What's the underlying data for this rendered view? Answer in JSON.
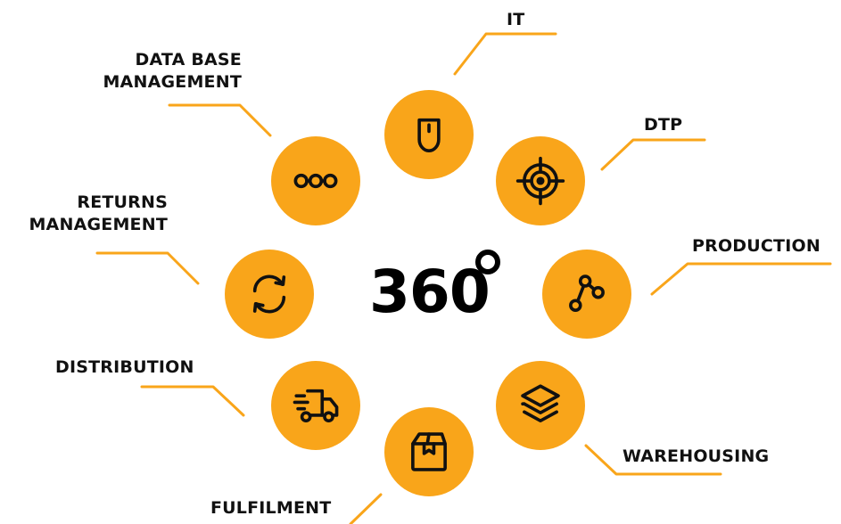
{
  "center": {
    "value": "360",
    "degree_symbol": "°"
  },
  "accent_color": "#F9A51A",
  "nodes": [
    {
      "id": "it",
      "label": "IT",
      "icon": "mouse-icon"
    },
    {
      "id": "dtp",
      "label": "DTP",
      "icon": "target-icon"
    },
    {
      "id": "production",
      "label": "PRODUCTION",
      "icon": "share-nodes-icon"
    },
    {
      "id": "warehousing",
      "label": "WAREHOUSING",
      "icon": "layers-icon"
    },
    {
      "id": "fulfilment",
      "label": "FULFILMENT",
      "icon": "box-icon"
    },
    {
      "id": "distribution",
      "label": "DISTRIBUTION",
      "icon": "delivery-truck-icon"
    },
    {
      "id": "returns",
      "label_lines": [
        "RETURNS",
        "MANAGEMENT"
      ],
      "icon": "refresh-icon"
    },
    {
      "id": "database",
      "label_lines": [
        "DATA BASE",
        "MANAGEMENT"
      ],
      "icon": "chain-dots-icon"
    }
  ]
}
